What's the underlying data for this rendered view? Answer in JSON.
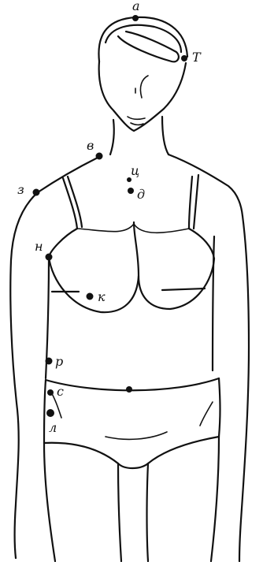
{
  "points": [
    {
      "id": "a",
      "label": "а"
    },
    {
      "id": "t",
      "label": "Т"
    },
    {
      "id": "v",
      "label": "в"
    },
    {
      "id": "ts",
      "label": "ц"
    },
    {
      "id": "d",
      "label": "д"
    },
    {
      "id": "z",
      "label": "з"
    },
    {
      "id": "n",
      "label": "н"
    },
    {
      "id": "k",
      "label": "к"
    },
    {
      "id": "r",
      "label": "р"
    },
    {
      "id": "s",
      "label": "с"
    },
    {
      "id": "l",
      "label": "л"
    }
  ]
}
